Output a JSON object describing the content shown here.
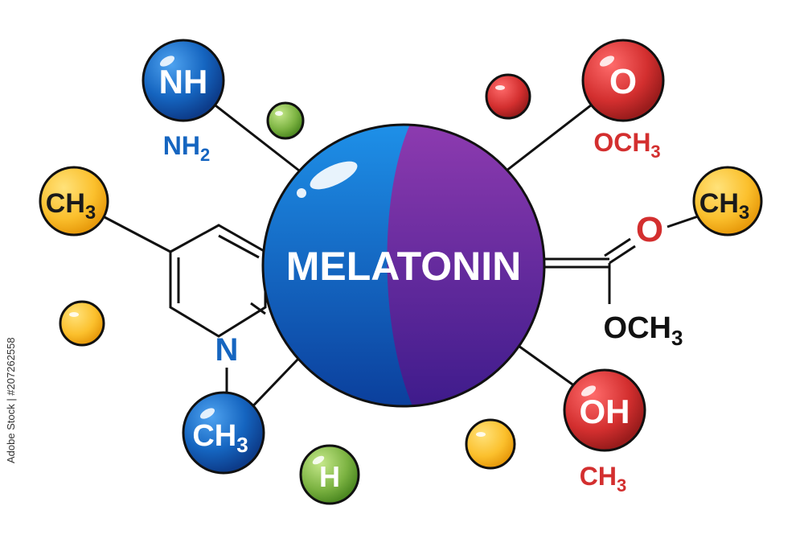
{
  "title": "MELATONIN",
  "atoms": {
    "nh": "NH",
    "o_top": "O",
    "ch3_left": "CH",
    "ch3_right": "CH",
    "ch3_bottom": "CH",
    "oh": "OH",
    "h": "H",
    "n": "N",
    "o_carbonyl": "O"
  },
  "subscript": "3",
  "labels": {
    "nh2": "NH",
    "nh2_sub": "2",
    "och3_top": "OCH",
    "och3_top_sub": "3",
    "och3_right": "OCH",
    "och3_right_sub": "3",
    "ch3_under_oh": "CH",
    "ch3_under_oh_sub": "3"
  },
  "watermark": "Adobe Stock | #207262558",
  "colors": {
    "blue": "#1565c0",
    "purple": "#6a1b9a",
    "red": "#d32f2f",
    "yellow": "#fbc02d",
    "green": "#7cb342"
  }
}
